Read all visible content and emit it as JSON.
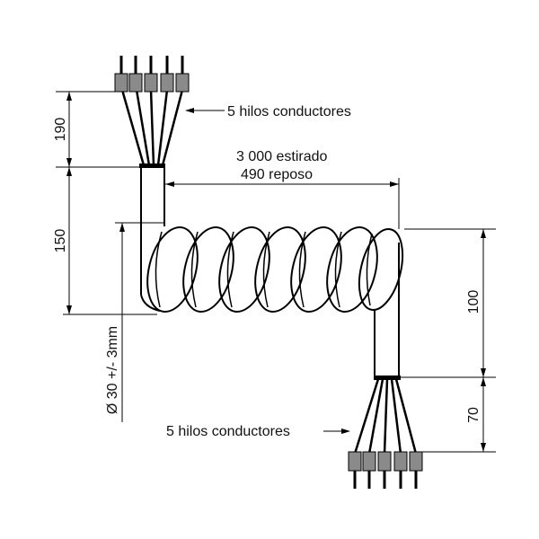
{
  "labels": {
    "wires_top": "5 hilos conductores",
    "wires_bottom": "5 hilos conductores",
    "stretched": "3 000  estirado",
    "rest": "490  reposo",
    "dim_190": "190",
    "dim_150": "150",
    "dim_diameter": "Ø 30 +/- 3mm",
    "dim_100": "100",
    "dim_70": "70"
  },
  "colors": {
    "line": "#000000",
    "ferrule": "#8a8a8a",
    "background": "#ffffff"
  },
  "wire_count": 5,
  "coil_turns": 7
}
